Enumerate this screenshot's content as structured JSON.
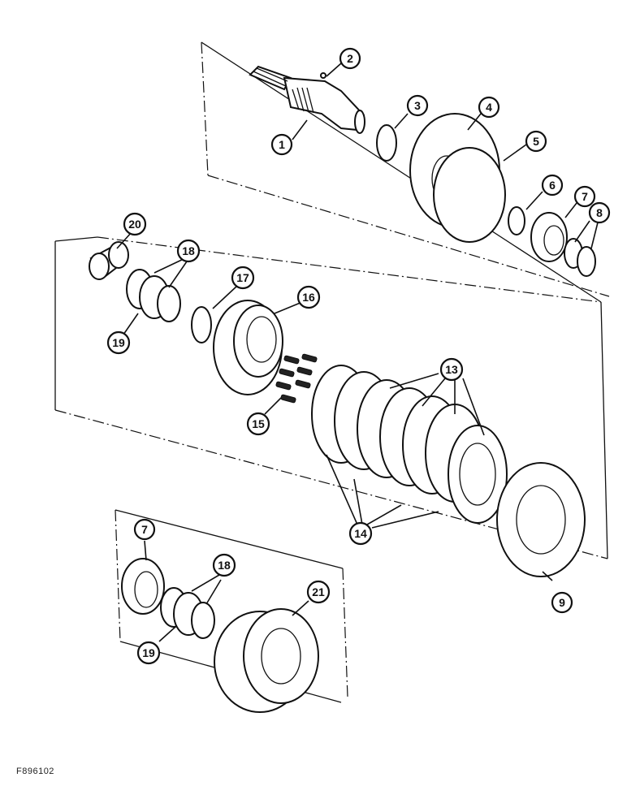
{
  "figure_code": "F896102",
  "callouts": [
    {
      "label": "1"
    },
    {
      "label": "2"
    },
    {
      "label": "3"
    },
    {
      "label": "4"
    },
    {
      "label": "5"
    },
    {
      "label": "6"
    },
    {
      "label": "7"
    },
    {
      "label": "8"
    },
    {
      "label": "9"
    },
    {
      "label": "13"
    },
    {
      "label": "14"
    },
    {
      "label": "15"
    },
    {
      "label": "16"
    },
    {
      "label": "17"
    },
    {
      "label": "18"
    },
    {
      "label": "19"
    },
    {
      "label": "20"
    },
    {
      "label": "7"
    },
    {
      "label": "18"
    },
    {
      "label": "19"
    },
    {
      "label": "21"
    }
  ]
}
